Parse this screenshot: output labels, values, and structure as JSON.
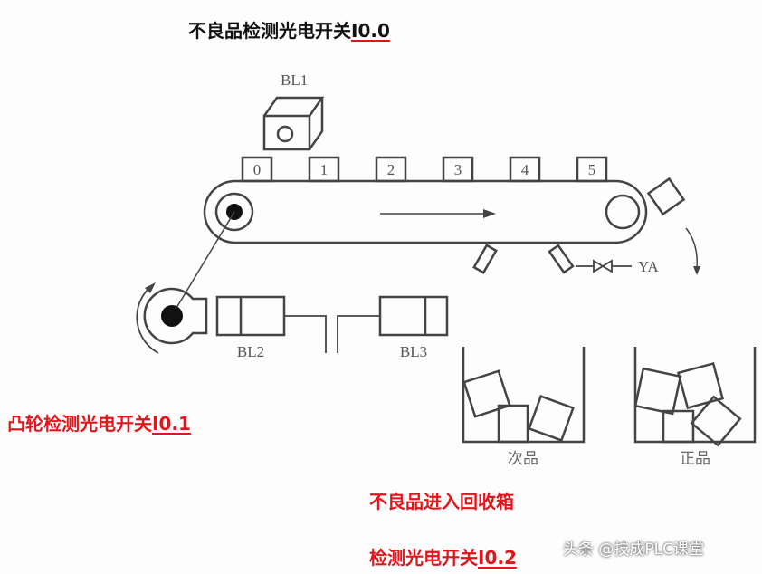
{
  "title": {
    "text": "不良品检测光电开关",
    "code": "I0.0"
  },
  "sensor_bl1": "BL1",
  "positions": [
    "0",
    "1",
    "2",
    "3",
    "4",
    "5"
  ],
  "sensor_bl2": "BL2",
  "sensor_bl3": "BL3",
  "valve": "YA",
  "bins": {
    "reject": "次品",
    "good": "正品"
  },
  "notes": {
    "cam": {
      "text": "凸轮检测光电开关",
      "code": "I0.1"
    },
    "reject_bin": "不良品进入回收箱",
    "detect": {
      "text": "检测光电开关",
      "code": "I0.2"
    }
  },
  "watermark": "头条 @技成PLC课堂",
  "colors": {
    "annotation": "#e3151b",
    "line": "#444444"
  }
}
